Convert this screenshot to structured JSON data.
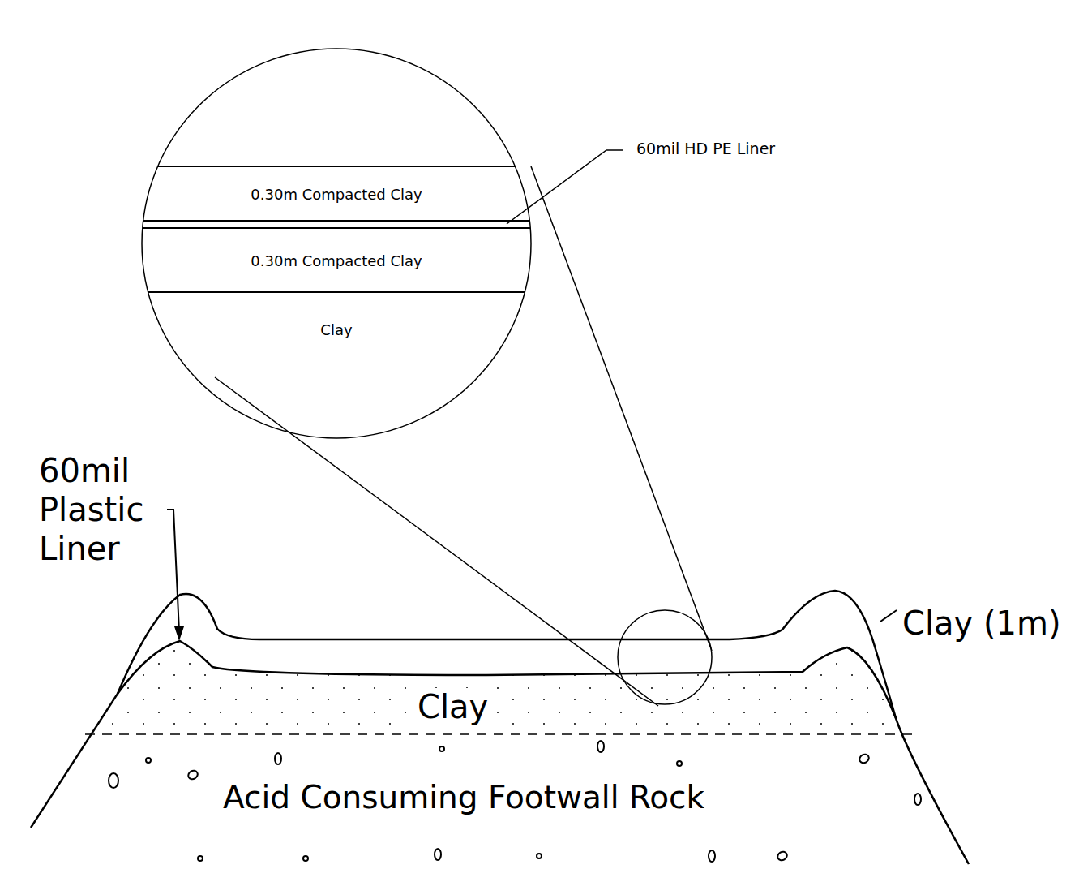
{
  "diagram": {
    "nodes": [
      {
        "text": [
          "0.30m Compacted Clay"
        ]
      },
      {
        "text": [
          "0.30m Compacted Clay"
        ]
      },
      {
        "text": [
          "Clay"
        ]
      }
    ],
    "labels": [
      "60mil HD PE Liner",
      "60mil Plastic Liner",
      "Clay (1m)",
      "Clay",
      "Acid Consuming Footwall Rock"
    ]
  }
}
